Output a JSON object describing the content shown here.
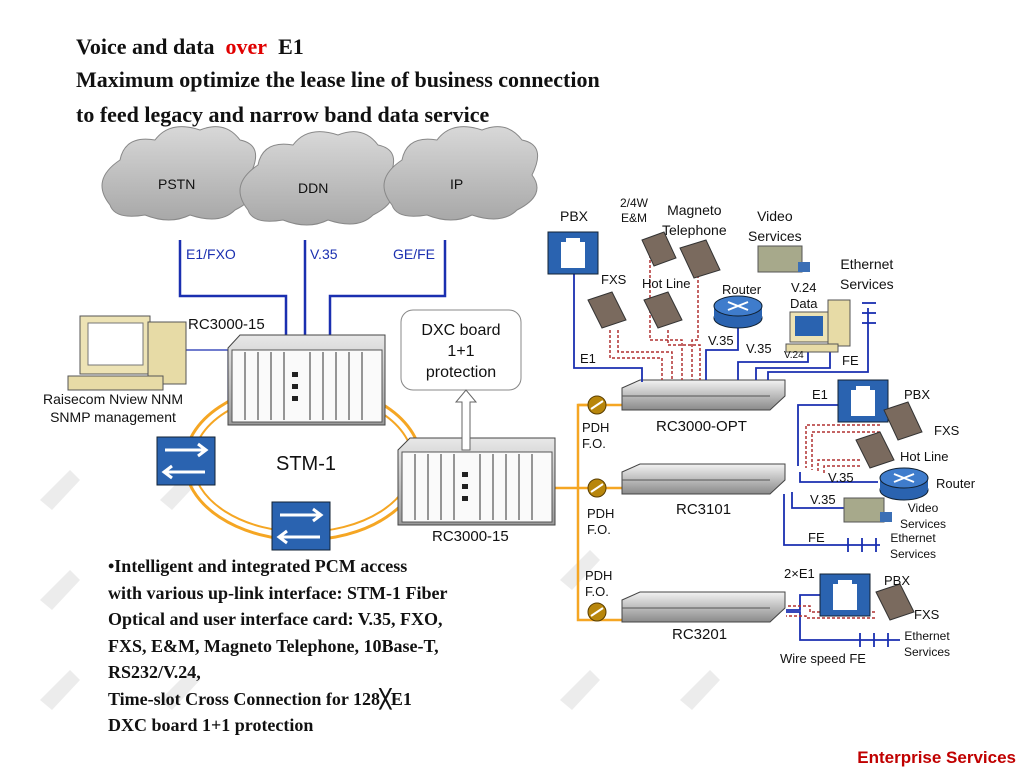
{
  "title": {
    "line1_pre": "Voice and data",
    "line1_over": "over",
    "line1_post": "E1",
    "line2": "Maximum optimize the lease line of  business connection",
    "line3": "to feed legacy and narrow band data service"
  },
  "clouds": [
    "PSTN",
    "DDN",
    "IP"
  ],
  "uplinks": [
    "E1/FXO",
    "V.35",
    "GE/FE"
  ],
  "core": {
    "top_node": "RC3000-15",
    "bottom_node": "RC3000-15",
    "ring": "STM-1",
    "dxc_callout": [
      "DXC board",
      "1+1",
      "protection"
    ],
    "nms": [
      "Raisecom Nview NNM",
      "SNMP management"
    ]
  },
  "pdh": [
    {
      "l1": "PDH",
      "l2": "F.O."
    },
    {
      "l1": "PDH",
      "l2": "F.O."
    },
    {
      "l1": "PDH",
      "l2": "F.O."
    }
  ],
  "opt": {
    "name": "RC3000-OPT",
    "pbx": "PBX",
    "em": [
      "2/4W",
      "E&M"
    ],
    "magneto": [
      "Magneto",
      "Telephone"
    ],
    "video": [
      "Video",
      "Services"
    ],
    "ethernet": [
      "Ethernet",
      "Services"
    ],
    "fxs": "FXS",
    "hotline": "Hot  Line",
    "router": "Router",
    "v24data": [
      "V.24",
      "Data"
    ],
    "e1": "E1",
    "v35a": "V.35",
    "v35b": "V.35",
    "v24": "V.24",
    "fe": "FE"
  },
  "rc3101": {
    "name": "RC3101",
    "e1": "E1",
    "pbx": "PBX",
    "fxs": "FXS",
    "hotline": "Hot  Line",
    "v35a": "V.35",
    "router": "Router",
    "v35b": "V.35",
    "video": [
      "Video",
      "Services"
    ],
    "fe": "FE",
    "ethernet": [
      "Ethernet",
      "Services"
    ]
  },
  "rc3201": {
    "name": "RC3201",
    "e1": "2×E1",
    "pbx": "PBX",
    "fxs": "FXS",
    "ethernet": [
      "Ethernet",
      "Services"
    ],
    "wirespeed": "Wire speed FE"
  },
  "bullets": [
    "•Intelligent and integrated PCM access",
    "with various up-link interface: STM-1 Fiber",
    "Optical and user interface card: V.35, FXO,",
    "FXS, E&M, Magneto Telephone, 10Base-T,",
    "RS232/V.24,",
    "Time-slot Cross Connection for 128╳E1",
    "DXC board 1+1 protection"
  ],
  "footer": "Enterprise Services",
  "colors": {
    "link": "#1a2fb0",
    "ring": "#f5a623",
    "accent": "#e00000",
    "footer": "#c00000"
  }
}
